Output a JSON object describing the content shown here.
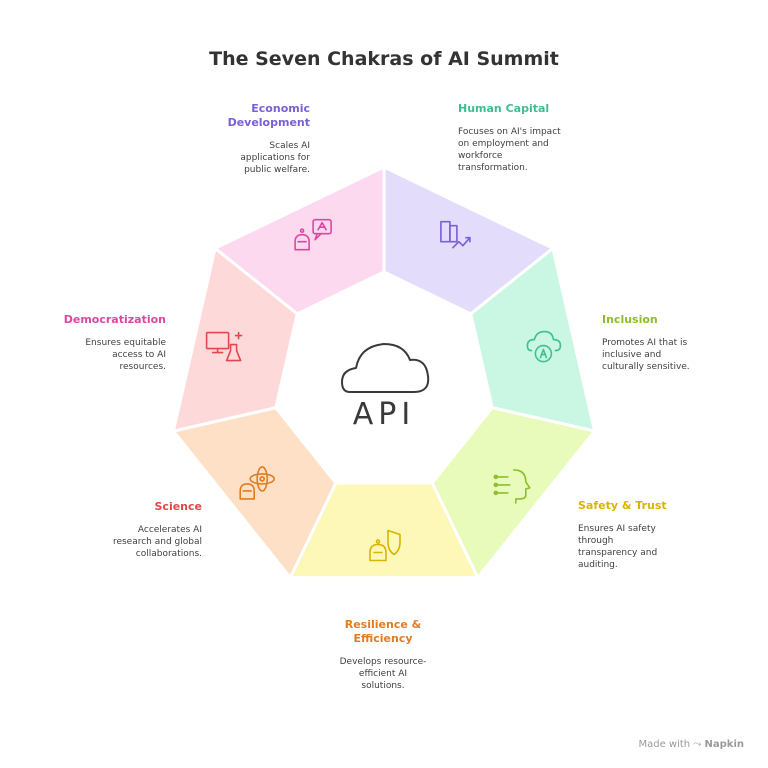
{
  "title": "The Seven Chakras of AI Summit",
  "center_label": "API",
  "segments": [
    {
      "id": "economic",
      "title": "Economic Development",
      "title_lines": [
        "Economic",
        "Development"
      ],
      "desc_lines": [
        "Scales AI",
        "applications for",
        "public welfare."
      ],
      "color": "#e4dcfb",
      "accent": "#7a5fd6",
      "icon": "city-growth-icon"
    },
    {
      "id": "human",
      "title": "Human Capital",
      "title_lines": [
        "Human Capital"
      ],
      "desc_lines": [
        "Focuses on AI's impact",
        "on employment and",
        "workforce",
        "transformation."
      ],
      "color": "#c9f7e4",
      "accent": "#3fbf8f",
      "icon": "cloud-ai-icon"
    },
    {
      "id": "inclusion",
      "title": "Inclusion",
      "title_lines": [
        "Inclusion"
      ],
      "desc_lines": [
        "Promotes AI that is",
        "inclusive and",
        "culturally sensitive."
      ],
      "color": "#e8fbbb",
      "accent": "#8cbf2a",
      "icon": "ai-head-icon"
    },
    {
      "id": "safety",
      "title": "Safety & Trust",
      "title_lines": [
        "Safety & Trust"
      ],
      "desc_lines": [
        "Ensures AI safety",
        "through",
        "transparency and",
        "auditing."
      ],
      "color": "#fdf7b8",
      "accent": "#d9b400",
      "icon": "robot-shield-icon"
    },
    {
      "id": "resilience",
      "title": "Resilience & Efficiency",
      "title_lines": [
        "Resilience &",
        "Efficiency"
      ],
      "desc_lines": [
        "Develops resource-",
        "efficient AI",
        "solutions."
      ],
      "color": "#fde0c5",
      "accent": "#e27c22",
      "icon": "robot-atom-icon"
    },
    {
      "id": "science",
      "title": "Science",
      "title_lines": [
        "Science"
      ],
      "desc_lines": [
        "Accelerates AI",
        "research and global",
        "collaborations."
      ],
      "color": "#fdd9d9",
      "accent": "#e0484d",
      "icon": "computer-flask-icon"
    },
    {
      "id": "democratization",
      "title": "Democratization",
      "title_lines": [
        "Democratization"
      ],
      "desc_lines": [
        "Ensures equitable",
        "access to AI",
        "resources."
      ],
      "color": "#fcd9ef",
      "accent": "#dd46a1",
      "icon": "robot-chat-icon"
    }
  ],
  "footer": {
    "prefix": "Made with",
    "brand": "Napkin"
  }
}
